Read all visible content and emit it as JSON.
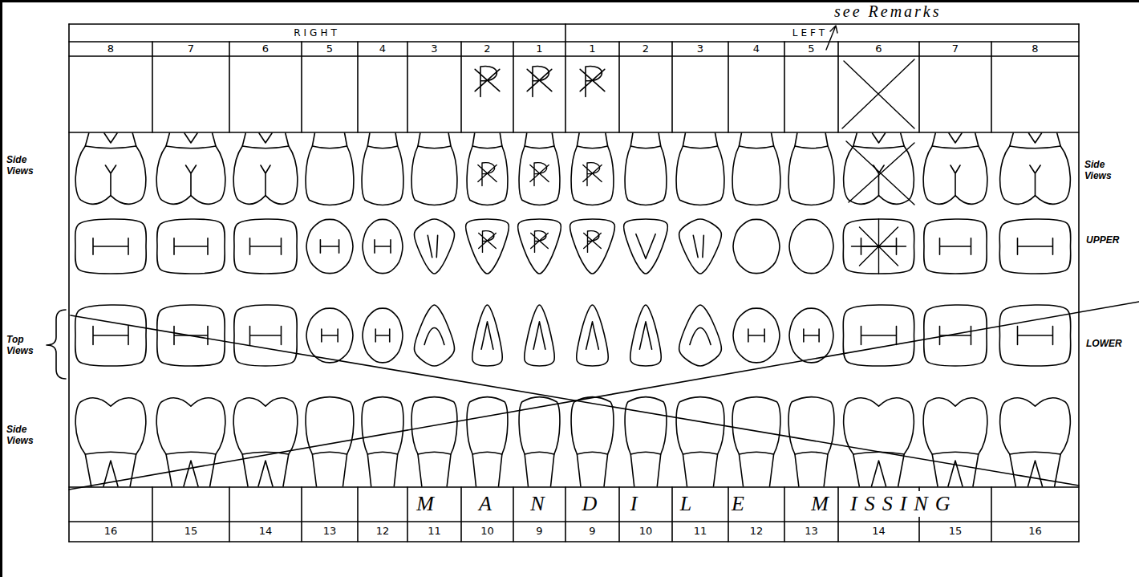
{
  "diagram": {
    "labels": [
      "see Remarks",
      "RIGHT",
      "LEFT",
      "8",
      "7",
      "6",
      "5",
      "4",
      "3",
      "2",
      "1",
      "1",
      "2",
      "3",
      "4",
      "5",
      "6",
      "7",
      "8",
      "Side Views",
      "Side Views",
      "Top Views",
      "UPPER",
      "LOWER",
      "Side Views",
      "M",
      "A",
      "N",
      "D",
      "I",
      "L",
      "E",
      "M",
      "ISSING",
      "16",
      "15",
      "14",
      "13",
      "12",
      "11",
      "10",
      "9",
      "9",
      "10",
      "11",
      "12",
      "13",
      "14",
      "15",
      "16"
    ]
  }
}
